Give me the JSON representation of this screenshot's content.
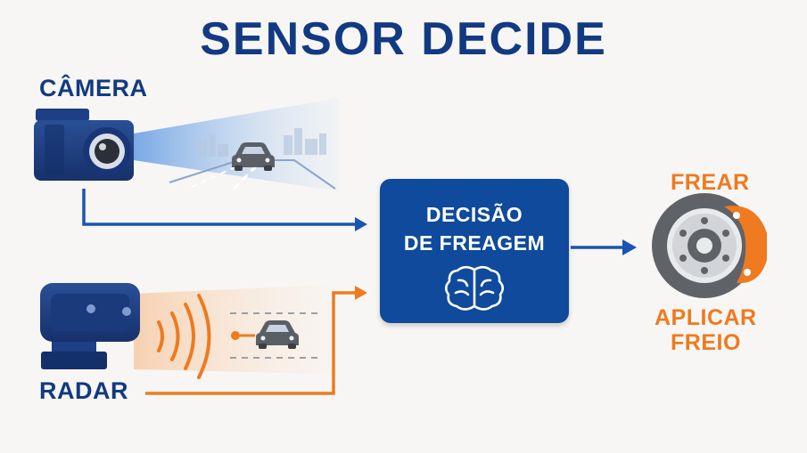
{
  "title": "SENSOR DECIDE",
  "inputs": {
    "camera_label": "CÂMERA",
    "radar_label": "RADAR"
  },
  "decision": {
    "line1": "DECISÃO",
    "line2": "DE FREAGEM"
  },
  "output": {
    "top_label": "FREAR",
    "bottom_line1": "APLICAR",
    "bottom_line2": "FREIO"
  },
  "icons": {
    "camera": "camera-icon",
    "radar": "radar-sensor-icon",
    "car": "car-icon",
    "brain": "brain-icon",
    "brake": "brake-disc-icon"
  },
  "colors": {
    "blue": "#123a82",
    "box_blue": "#0f4a9c",
    "orange": "#ef7a1f",
    "gray": "#5f6368"
  }
}
